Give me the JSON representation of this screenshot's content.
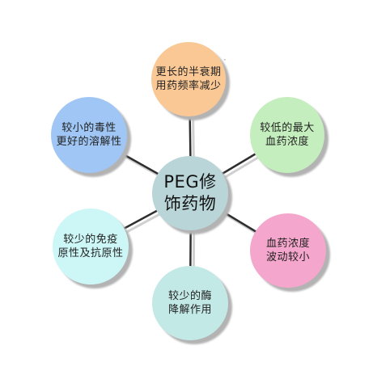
{
  "center": {
    "label": "PEG修\n饰药物",
    "color": "#b9d5d8"
  },
  "nodes": [
    {
      "id": "top",
      "label": "更长的半衰期\n用药频率减少",
      "color": "#f9c895"
    },
    {
      "id": "upper-right",
      "label": "较低的最大\n血药浓度",
      "color": "#c4eebd"
    },
    {
      "id": "lower-right",
      "label": "血药浓度\n波动较小",
      "color": "#f5a6cc"
    },
    {
      "id": "bottom",
      "label": "较少的酶\n降解作用",
      "color": "#c3e9e7"
    },
    {
      "id": "lower-left",
      "label": "较少的免疫\n原性及抗原性",
      "color": "#ccf7f6"
    },
    {
      "id": "upper-left",
      "label": "较小的毒性\n更好的溶解性",
      "color": "#9fc6f4"
    }
  ],
  "spoke_color": "#2e2e2e",
  "shadow_color": "#b3b3b3"
}
